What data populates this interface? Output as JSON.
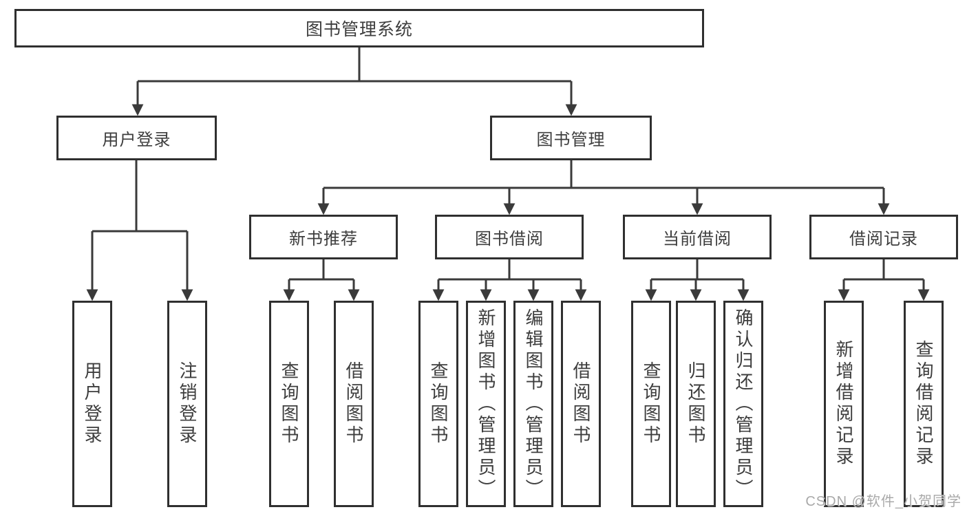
{
  "diagram_title": "图书管理系统",
  "colors": {
    "line": "#3a3a3a",
    "border": "#2f2f2f",
    "text": "#3d3d3d",
    "watermark": "#a9a9a9"
  },
  "nodes": {
    "root": "图书管理系统",
    "level2": [
      "用户登录",
      "图书管理"
    ],
    "level3": [
      "新书推荐",
      "图书借阅",
      "当前借阅",
      "借阅记录"
    ],
    "leaves_user_login": [
      "用户登录",
      "注销登录"
    ],
    "leaves_new_recommend": [
      "查询图书",
      "借阅图书"
    ],
    "leaves_book_borrow": [
      "查询图书",
      "新增图书（管理员）",
      "编辑图书（管理员）",
      "借阅图书"
    ],
    "leaves_current_borrow": [
      "查询图书",
      "归还图书",
      "确认归还（管理员）"
    ],
    "leaves_borrow_record": [
      "新增借阅记录",
      "查询借阅记录"
    ]
  },
  "hierarchy": {
    "用户登录": [
      "用户登录",
      "注销登录"
    ],
    "图书管理": [
      "新书推荐",
      "图书借阅",
      "当前借阅",
      "借阅记录"
    ],
    "新书推荐": [
      "查询图书",
      "借阅图书"
    ],
    "图书借阅": [
      "查询图书",
      "新增图书（管理员）",
      "编辑图书（管理员）",
      "借阅图书"
    ],
    "当前借阅": [
      "查询图书",
      "归还图书",
      "确认归还（管理员）"
    ],
    "借阅记录": [
      "新增借阅记录",
      "查询借阅记录"
    ]
  },
  "watermark": {
    "text": "CSDN @软件_小贺同学"
  }
}
